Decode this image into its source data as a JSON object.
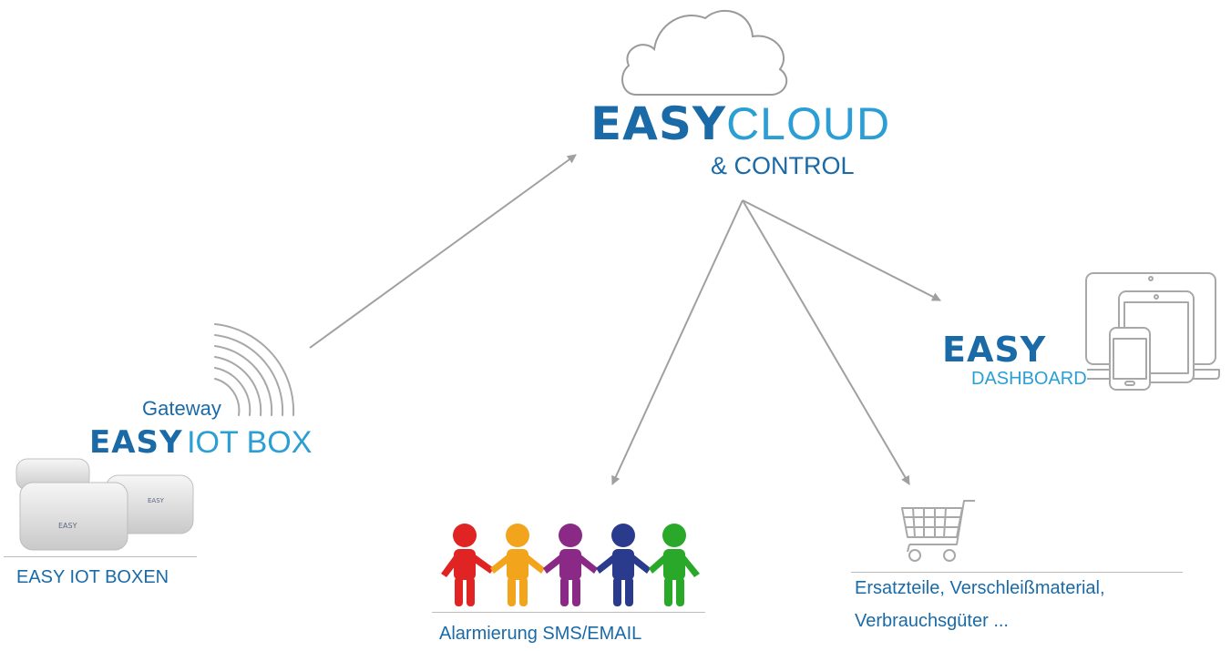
{
  "cloud": {
    "brand_bold": "EASY",
    "brand_light": "CLOUD",
    "subtitle": "& CONTROL"
  },
  "gateway": {
    "label": "Gateway",
    "brand_bold": "EASY",
    "brand_light": "IOT BOX"
  },
  "boxes": {
    "caption": "EASY IOT BOXEN",
    "device_logo": "EASY"
  },
  "dashboard": {
    "brand_bold": "EASY",
    "brand_light": "DASHBOARD"
  },
  "alarm": {
    "caption": "Alarmierung SMS/EMAIL"
  },
  "parts": {
    "line1": "Ersatzteile, Verschleißmaterial,",
    "line2": "Verbrauchsgüter ..."
  },
  "colors": {
    "brand_dark": "#1a6aa8",
    "brand_light": "#2b9fd4",
    "arrow": "#a0a0a0",
    "people": [
      "#e02424",
      "#f2a41d",
      "#8a2a86",
      "#2a3a8c",
      "#2aa82a"
    ]
  },
  "icons": [
    "cloud-icon",
    "wifi-signal-icon",
    "device-icon",
    "people-icon",
    "shopping-cart-icon",
    "laptop-icon",
    "tablet-icon",
    "phone-icon"
  ]
}
